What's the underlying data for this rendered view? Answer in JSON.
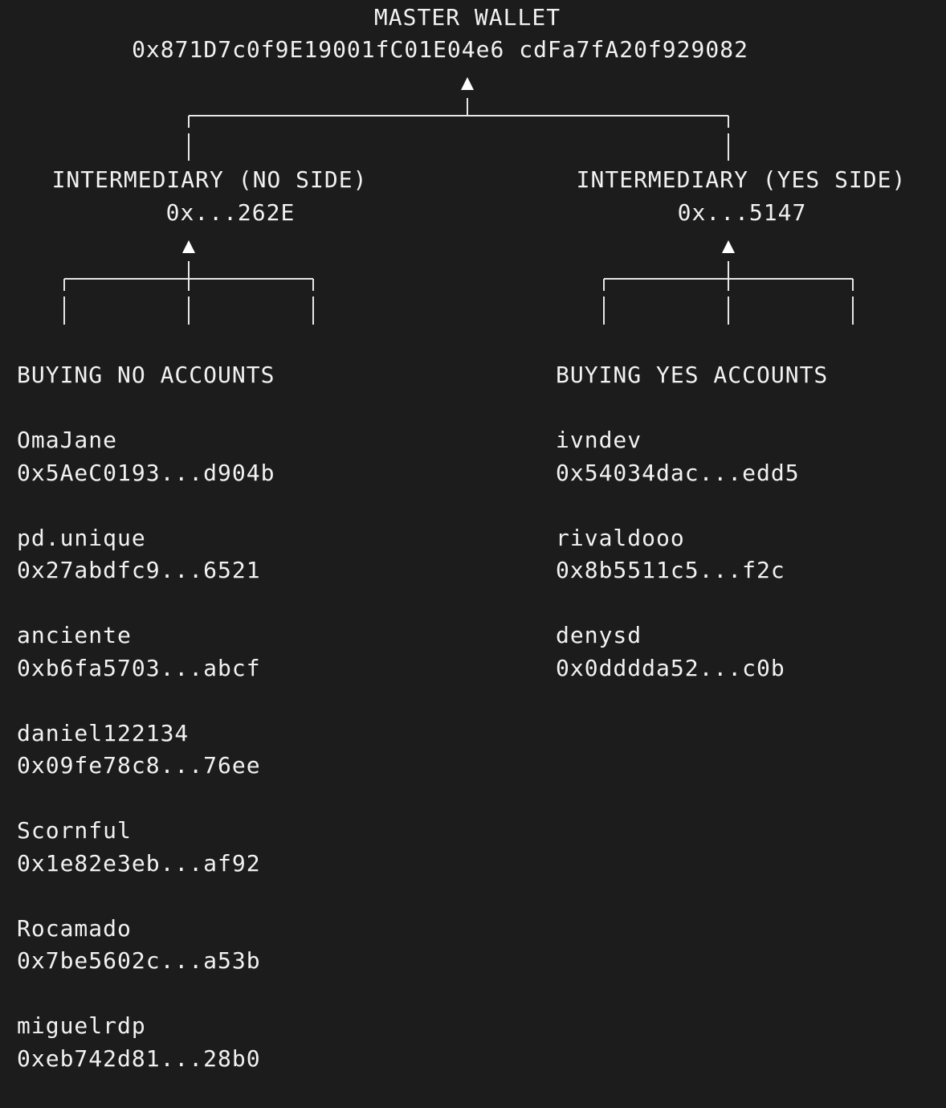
{
  "master": {
    "title": "MASTER WALLET",
    "address": "0x871D7c0f9E19001fC01E04e6 cdFa7fA20f929082"
  },
  "intermediaries": [
    {
      "label": "INTERMEDIARY (NO SIDE)",
      "address": "0x...262E"
    },
    {
      "label": "INTERMEDIARY (YES SIDE)",
      "address": "0x...5147"
    }
  ],
  "groups": [
    {
      "title": "BUYING NO ACCOUNTS",
      "accounts": [
        {
          "name": "OmaJane",
          "address": "0x5AeC0193...d904b"
        },
        {
          "name": "pd.unique",
          "address": "0x27abdfc9...6521"
        },
        {
          "name": "anciente",
          "address": "0xb6fa5703...abcf"
        },
        {
          "name": "daniel122134",
          "address": "0x09fe78c8...76ee"
        },
        {
          "name": "Scornful",
          "address": "0x1e82e3eb...af92"
        },
        {
          "name": "Rocamado",
          "address": "0x7be5602c...a53b"
        },
        {
          "name": "miguelrdp",
          "address": "0xeb742d81...28b0"
        }
      ]
    },
    {
      "title": "BUYING YES ACCOUNTS",
      "accounts": [
        {
          "name": "ivndev",
          "address": "0x54034dac...edd5"
        },
        {
          "name": "rivaldooo",
          "address": "0x8b5511c5...f2c"
        },
        {
          "name": "denysd",
          "address": "0x0dddda52...c0b"
        }
      ]
    }
  ]
}
